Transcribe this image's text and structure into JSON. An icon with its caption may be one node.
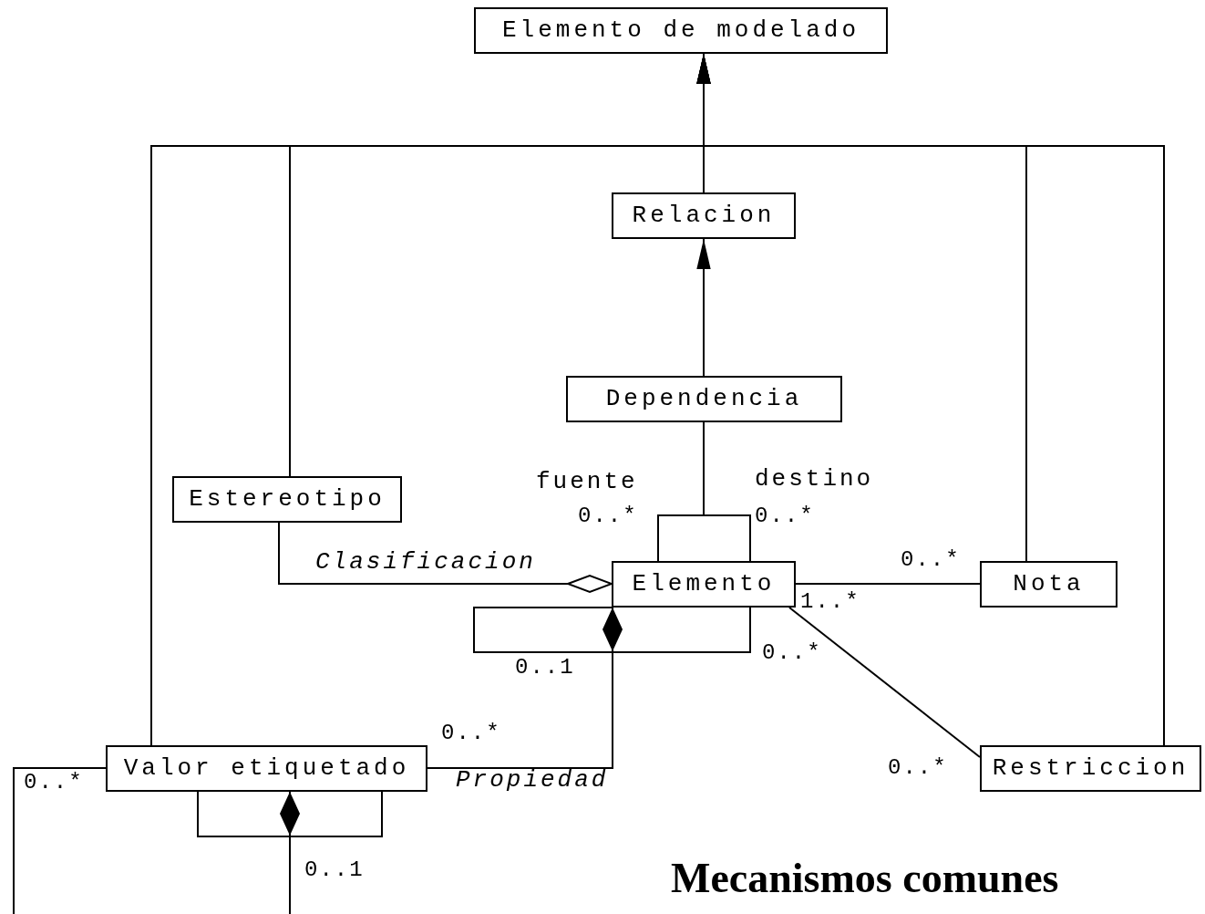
{
  "diagram": {
    "caption": "Mecanismos comunes",
    "nodes": [
      {
        "text": [
          "Elemento de modelado"
        ]
      },
      {
        "text": [
          "Relacion"
        ]
      },
      {
        "text": [
          "Dependencia"
        ]
      },
      {
        "text": [
          "Estereotipo"
        ]
      },
      {
        "text": [
          "Elemento"
        ]
      },
      {
        "text": [
          "Nota"
        ]
      },
      {
        "text": [
          "Valor etiquetado"
        ]
      },
      {
        "text": [
          "Restriccion"
        ]
      }
    ],
    "edges": [
      {
        "from": 1,
        "to": 0,
        "arrow": "to"
      },
      {
        "from": 3,
        "to": 0,
        "arrow": "to"
      },
      {
        "from": 6,
        "to": 0,
        "arrow": "to"
      },
      {
        "from": 5,
        "to": 0,
        "arrow": "to"
      },
      {
        "from": 7,
        "to": 0,
        "arrow": "to"
      },
      {
        "from": 2,
        "to": 1,
        "arrow": "to"
      },
      {
        "from": 2,
        "to": 4,
        "arrow": "none",
        "label": "fuente"
      },
      {
        "from": 2,
        "to": 4,
        "arrow": "none",
        "label": "destino"
      },
      {
        "from": 3,
        "to": 4,
        "arrow": "other",
        "label": "Clasificacion"
      },
      {
        "from": 4,
        "to": 5,
        "arrow": "none"
      },
      {
        "from": 4,
        "to": 7,
        "arrow": "none"
      },
      {
        "from": 4,
        "to": 4,
        "arrow": "none"
      },
      {
        "from": 4,
        "to": 6,
        "arrow": "other",
        "label": "Propiedad"
      },
      {
        "from": 6,
        "to": 6,
        "arrow": "none"
      },
      {
        "from": 6,
        "to": 6,
        "arrow": "other"
      }
    ],
    "labels": [
      "0..*",
      "0..*",
      "0..*",
      "1..*",
      "0..*",
      "0..1",
      "0..*",
      "0..*",
      "0..*",
      "0..1"
    ]
  }
}
